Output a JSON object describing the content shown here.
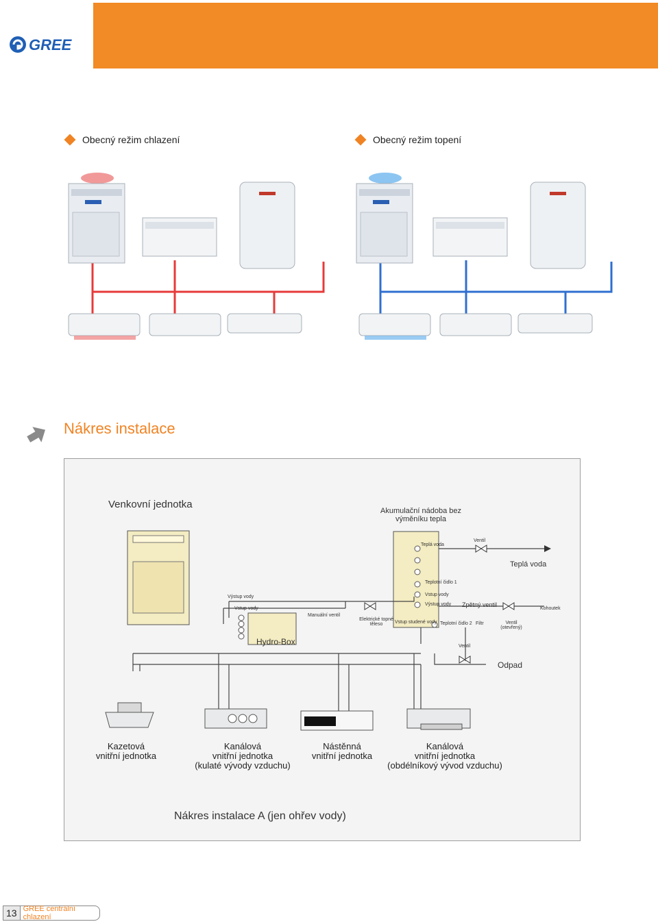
{
  "brand": {
    "logo_text": "GREE"
  },
  "legend": {
    "cooling": "Obecný režim chlazení",
    "heating": "Obecný režim topení"
  },
  "section_title": "Nákres instalace",
  "diagram": {
    "outdoor_unit": "Venkovní jednotka",
    "tank": "Akumulační nádoba bez výměníku tepla",
    "hot_water_small": "Teplá voda",
    "valve_top": "Ventil",
    "hot_water_big": "Teplá voda",
    "temp_sensor_1": "Teplotní čidlo 1",
    "water_in_1": "Vstup vody",
    "water_out_1": "Výstup vody",
    "water_out_left": "Výstup vody",
    "water_in_left": "Vstup vody",
    "manual_valve": "Manuální ventil",
    "heater": "Elektrické topné těleso",
    "cold_water_in": "Vstup studené vody",
    "temp_sensor_2": "Teplotní čidlo 2",
    "check_valve": "Zpětný ventil",
    "filter": "Filtr",
    "valve_open": "Ventil (otevřený)",
    "tap": "Kohoutek",
    "hydro_box": "Hydro-Box",
    "valve_drain": "Ventil",
    "drain": "Odpad"
  },
  "indoor_units": [
    {
      "line1": "Kazetová",
      "line2": "vnitřní jednotka",
      "line3": ""
    },
    {
      "line1": "Kanálová",
      "line2": "vnitřní jednotka",
      "line3": "(kulaté vývody vzduchu)"
    },
    {
      "line1": "Nástěnná",
      "line2": "vnitřní jednotka",
      "line3": ""
    },
    {
      "line1": "Kanálová",
      "line2": "vnitřní jednotka",
      "line3": "(obdélníkový vývod vzduchu)"
    }
  ],
  "diagram_caption": "Nákres instalace  A (jen ohřev vody)",
  "footer": {
    "page": "13",
    "text": "GREE centrální chlazení"
  },
  "colors": {
    "accent": "#f28a25",
    "pipe_red": "#e73a3a",
    "pipe_blue": "#2f6fd0"
  }
}
